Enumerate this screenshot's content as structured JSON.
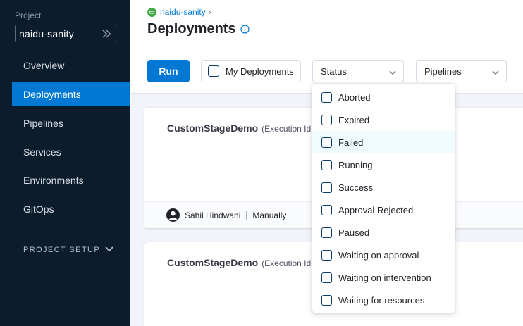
{
  "sidebar": {
    "project_label": "Project",
    "project_name": "naidu-sanity",
    "nav": [
      {
        "label": "Overview"
      },
      {
        "label": "Deployments",
        "active": true
      },
      {
        "label": "Pipelines"
      },
      {
        "label": "Services"
      },
      {
        "label": "Environments"
      },
      {
        "label": "GitOps"
      }
    ],
    "setup_label": "PROJECT SETUP"
  },
  "header": {
    "breadcrumb": "naidu-sanity",
    "title": "Deployments"
  },
  "toolbar": {
    "run_label": "Run",
    "my_deployments_label": "My Deployments",
    "status_label": "Status",
    "pipelines_label": "Pipelines"
  },
  "cards": [
    {
      "name": "CustomStageDemo",
      "exec": "(Execution Id",
      "user": "Sahil Hindwani",
      "trigger": "Manually"
    },
    {
      "name": "CustomStageDemo",
      "exec": "(Execution Id"
    }
  ],
  "status_options": [
    {
      "label": "Aborted"
    },
    {
      "label": "Expired"
    },
    {
      "label": "Failed"
    },
    {
      "label": "Running"
    },
    {
      "label": "Success"
    },
    {
      "label": "Approval Rejected"
    },
    {
      "label": "Paused"
    },
    {
      "label": "Waiting on approval"
    },
    {
      "label": "Waiting on intervention"
    },
    {
      "label": "Waiting for resources"
    }
  ],
  "colors": {
    "sidebar_bg": "#0b1c2c",
    "accent": "#0278d5",
    "breadcrumb_icon": "#42ab45",
    "hover_row": "#effbff"
  }
}
